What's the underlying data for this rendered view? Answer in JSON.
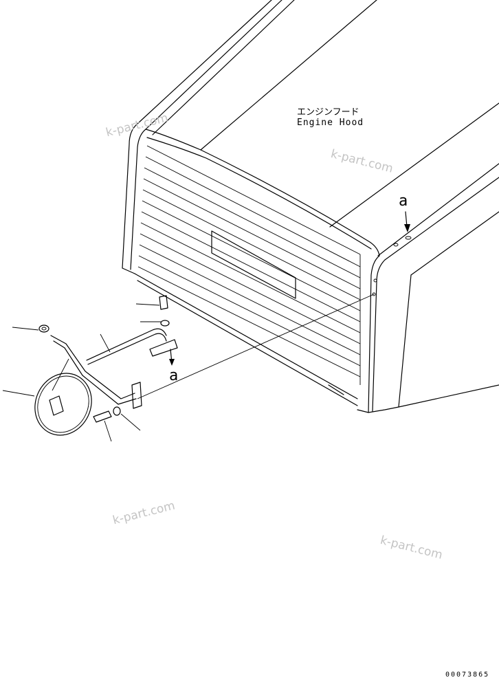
{
  "hood_label": {
    "japanese": "エンジンフード",
    "english": "Engine Hood"
  },
  "ref_letters": {
    "top": "a",
    "bracket": "a"
  },
  "watermarks": [
    "k-part.com",
    "k-part.com",
    "k-part.com",
    "k-part.com"
  ],
  "drawing_number": "00073865"
}
